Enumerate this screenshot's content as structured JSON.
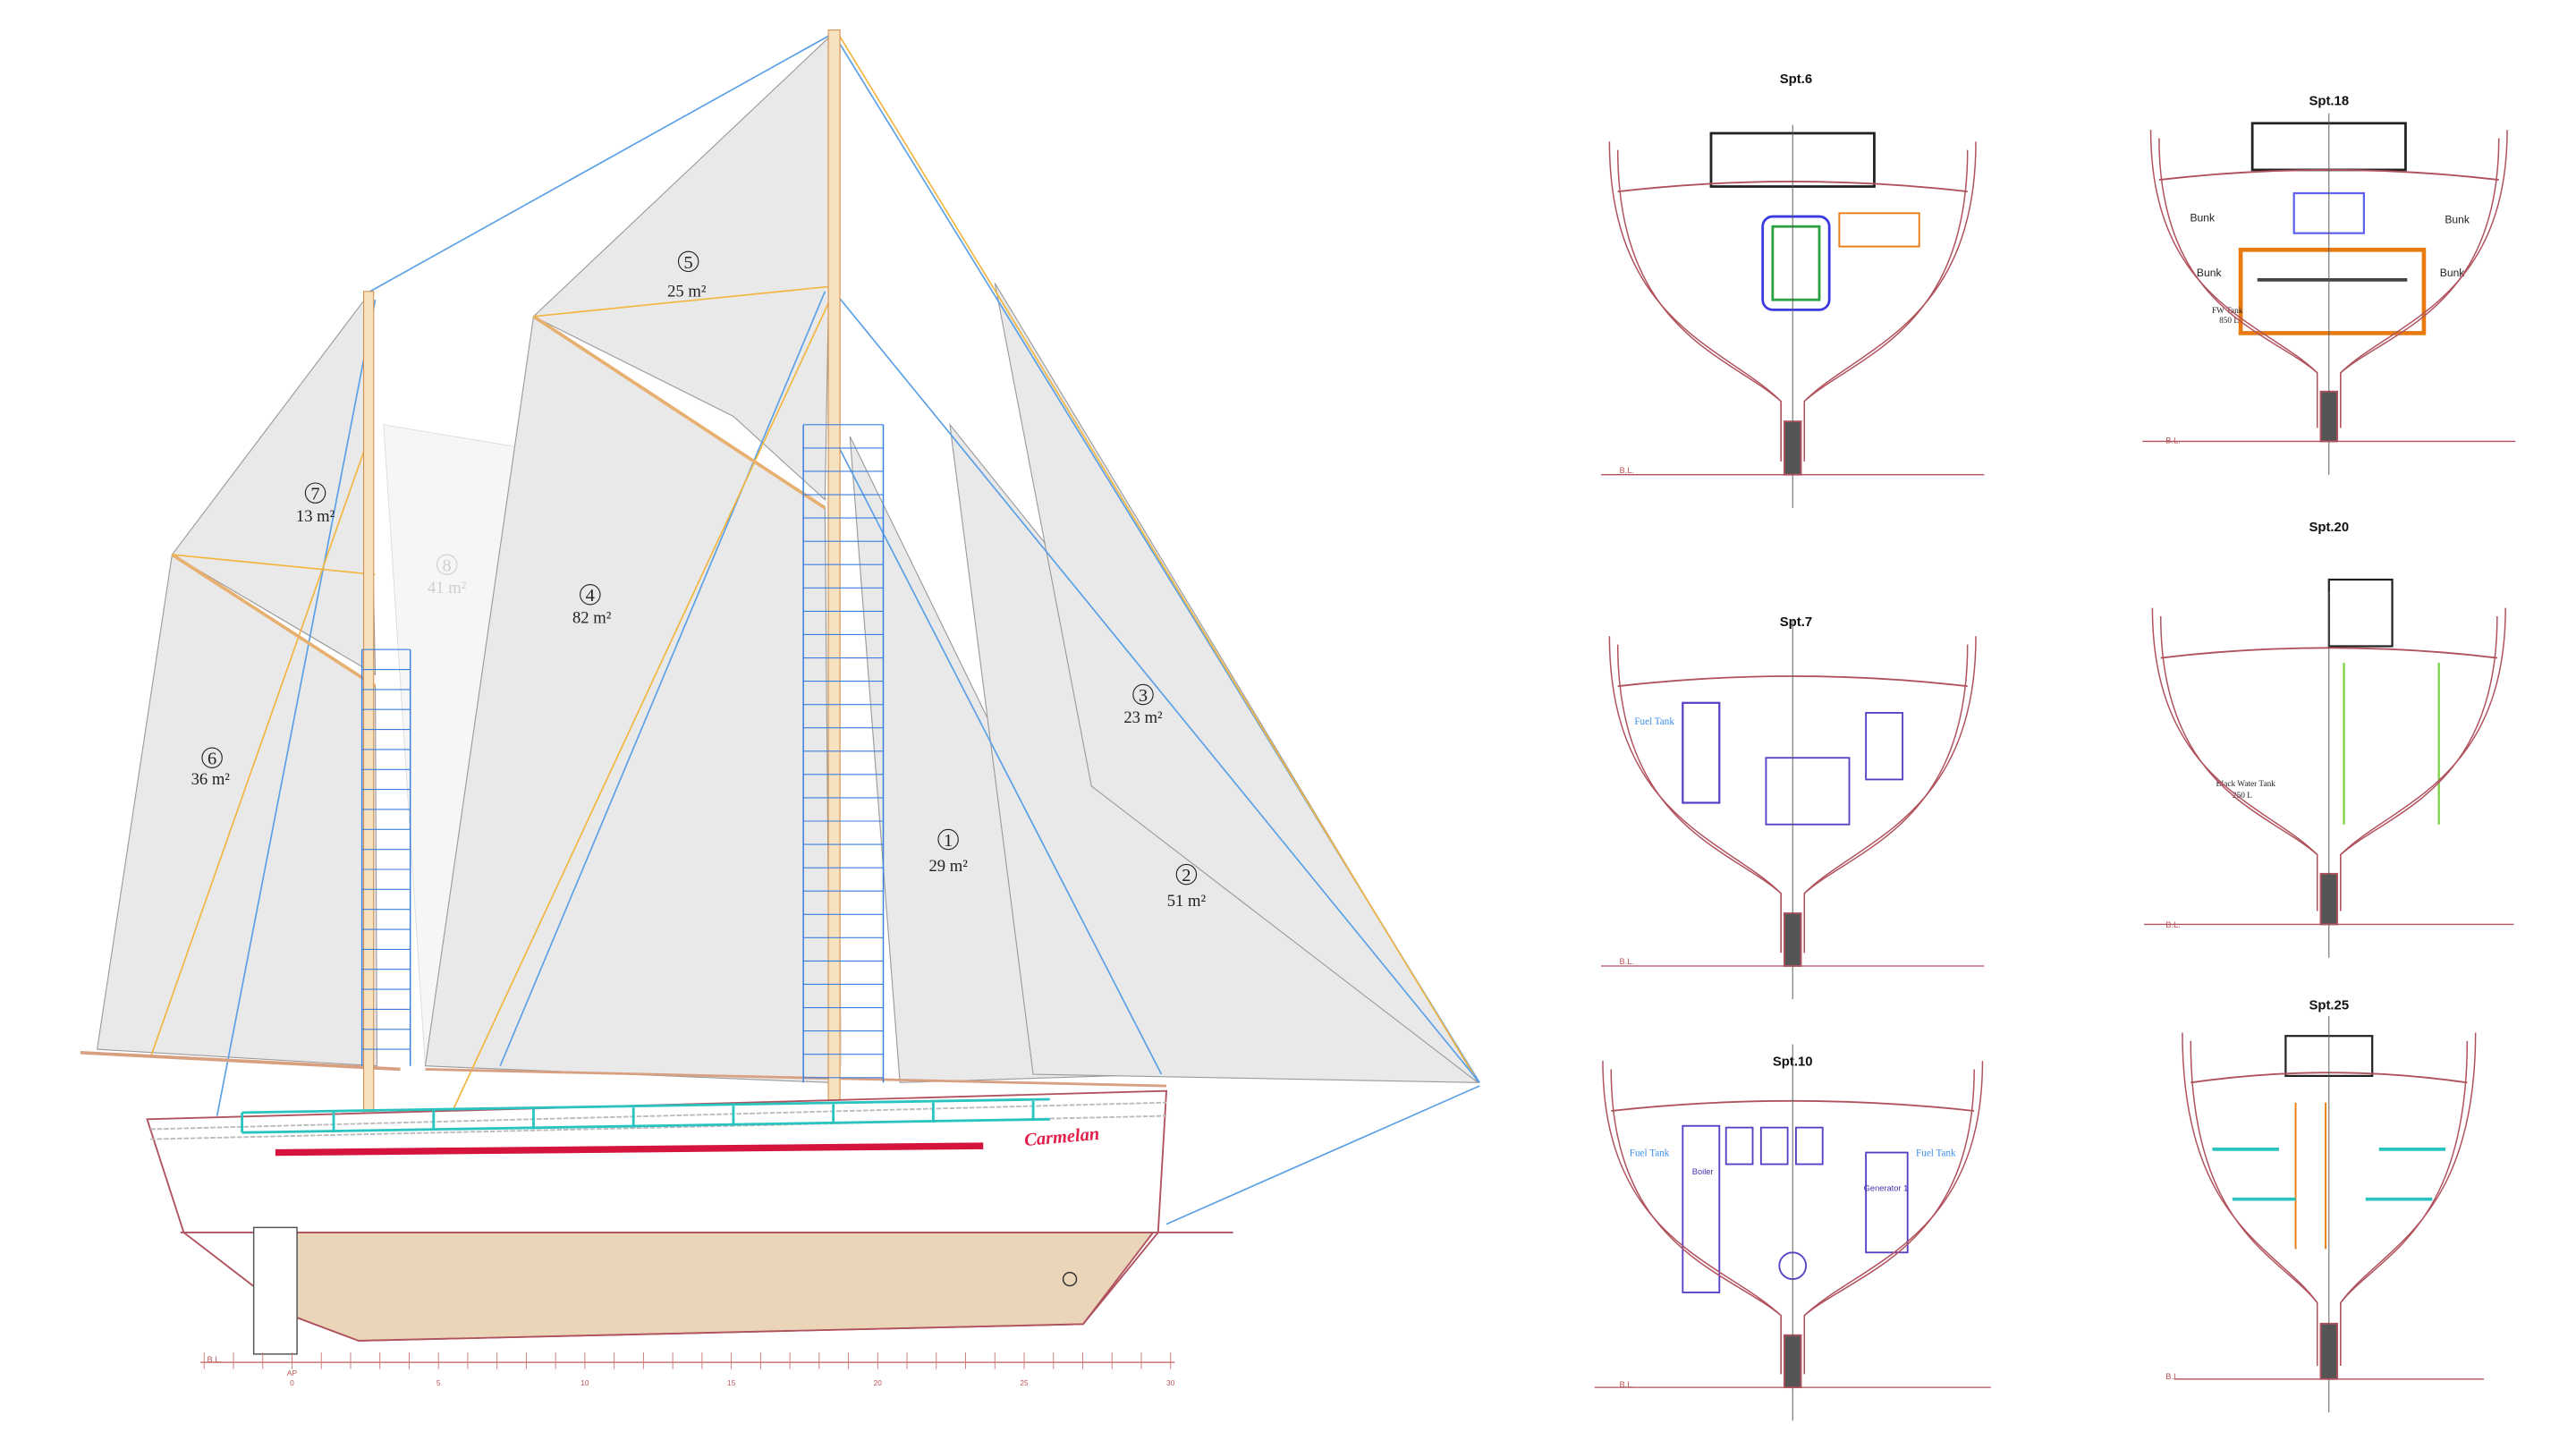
{
  "vessel": {
    "name": "Carmelan",
    "sails": [
      {
        "number": "1",
        "area": "29 m²"
      },
      {
        "number": "2",
        "area": "51 m²"
      },
      {
        "number": "3",
        "area": "23 m²"
      },
      {
        "number": "4",
        "area": "82 m²"
      },
      {
        "number": "5",
        "area": "25 m²"
      },
      {
        "number": "6",
        "area": "36 m²"
      },
      {
        "number": "7",
        "area": "13 m²"
      },
      {
        "number": "8",
        "area": "41 m²"
      }
    ],
    "scale": {
      "baseline_label": "B.L.",
      "ap_label": "AP",
      "ticks": [
        "0",
        "5",
        "10",
        "15",
        "20",
        "25",
        "30"
      ]
    }
  },
  "sections": {
    "spt6": {
      "title": "Spt.6",
      "bl": "B.L."
    },
    "spt7": {
      "title": "Spt.7",
      "bl": "B.L.",
      "fuel_tank": "Fuel Tank"
    },
    "spt10": {
      "title": "Spt.10",
      "bl": "B.L.",
      "fuel_tank_left": "Fuel Tank",
      "fuel_tank_right": "Fuel Tank",
      "boiler": "Boiler",
      "generator": "Generator 1"
    },
    "spt18": {
      "title": "Spt.18",
      "bl": "B.L.",
      "bunks": [
        "Bunk",
        "Bunk",
        "Bunk",
        "Bunk"
      ],
      "fw_tank": "FW Tank",
      "fw_tank_volume": "850 L"
    },
    "spt20": {
      "title": "Spt.20",
      "bl": "B.L.",
      "black_water_tank": "Black Water Tank",
      "black_water_volume": "250 L"
    },
    "spt25": {
      "title": "Spt.25",
      "bl": "B.L."
    }
  },
  "colors": {
    "hull": "#b0525e",
    "bottom": "#ebd5b8",
    "stripe": "#d4143c",
    "rail": "#2ac4c0",
    "stay_blue": "#5aa0e6",
    "stay_orange": "#f2b640",
    "engine": "#5a3fc4",
    "joinery": "#e87a10"
  }
}
